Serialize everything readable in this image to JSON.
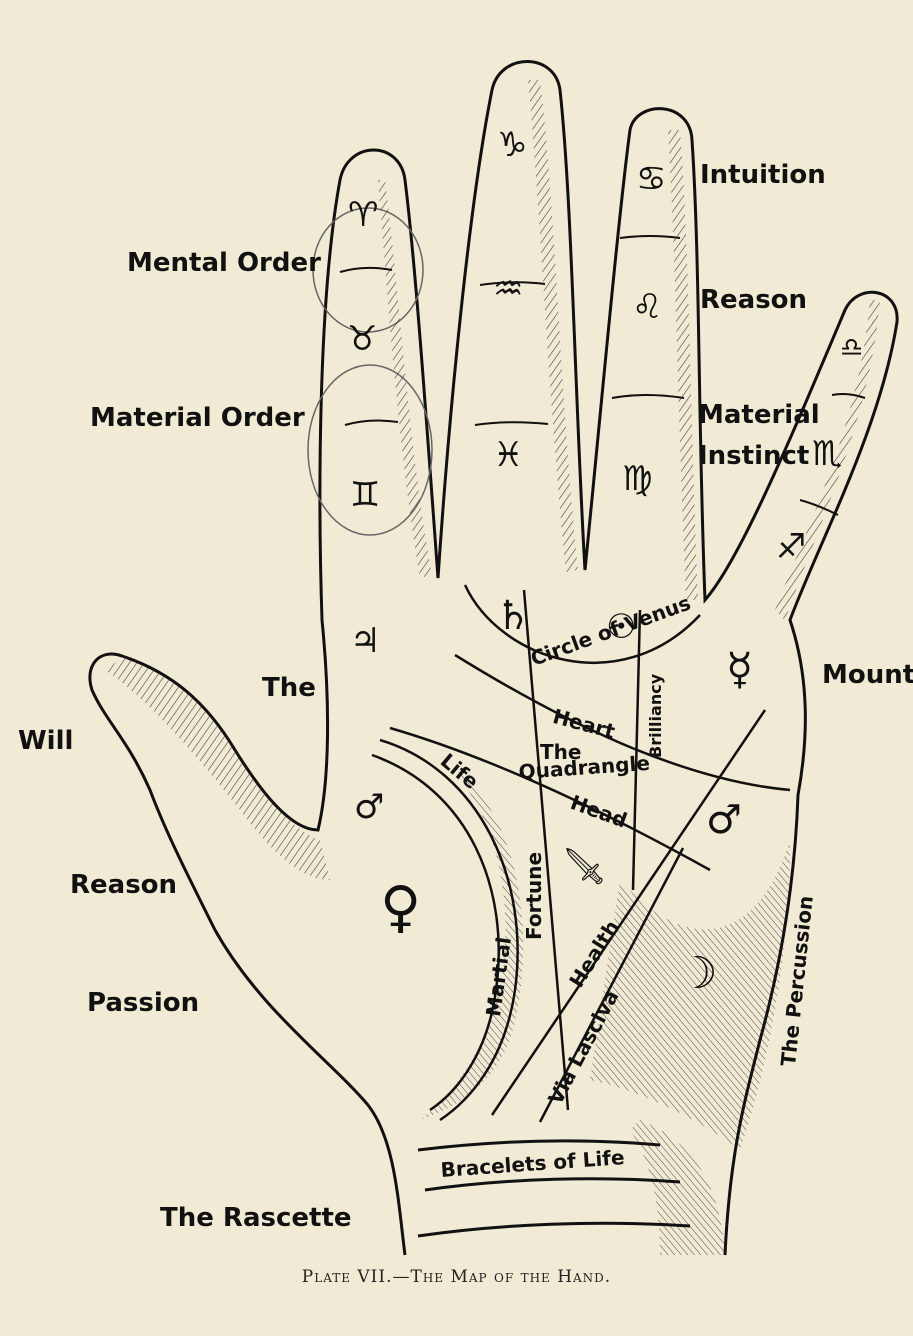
{
  "labels": {
    "mental_order": "Mental Order",
    "material_order": "Material Order",
    "intuition": "Intuition",
    "reason_finger": "Reason",
    "material_instinct_1": "Material",
    "material_instinct_2": "Instinct",
    "the": "The",
    "mounts": "Mounts",
    "will": "Will",
    "reason_thumb": "Reason",
    "passion": "Passion",
    "the_rascette": "The Rascette",
    "circle_of_venus": "Circle of Venus",
    "brilliancy": "Brilliancy",
    "heart": "Heart",
    "the_quadrangle_1": "The",
    "the_quadrangle_2": "Quadrangle",
    "life": "Life",
    "head": "Head",
    "fortune": "Fortune",
    "health": "Health",
    "martial": "Martial",
    "via_lasciva": "Via Lasciva",
    "the_percussion": "The Percussion",
    "bracelets_of_life": "Bracelets of Life"
  },
  "symbols": {
    "aries": "♈",
    "taurus": "♉",
    "gemini": "♊",
    "capricorn": "♑",
    "aquarius": "♒",
    "pisces": "♓",
    "cancer": "♋",
    "leo": "♌",
    "virgo": "♍",
    "libra": "♎",
    "scorpio": "♏",
    "sagittarius": "♐",
    "jupiter": "♃",
    "saturn": "♄",
    "sun": "☉",
    "mercury": "☿",
    "mars_upper": "♂",
    "mars_lower": "♂",
    "venus": "♀",
    "moon": "☽",
    "dagger": "🗡"
  },
  "caption": "Plate VII.—The Map of the Hand.",
  "colors": {
    "paper": "#f1ead4",
    "ink": "#111111"
  }
}
